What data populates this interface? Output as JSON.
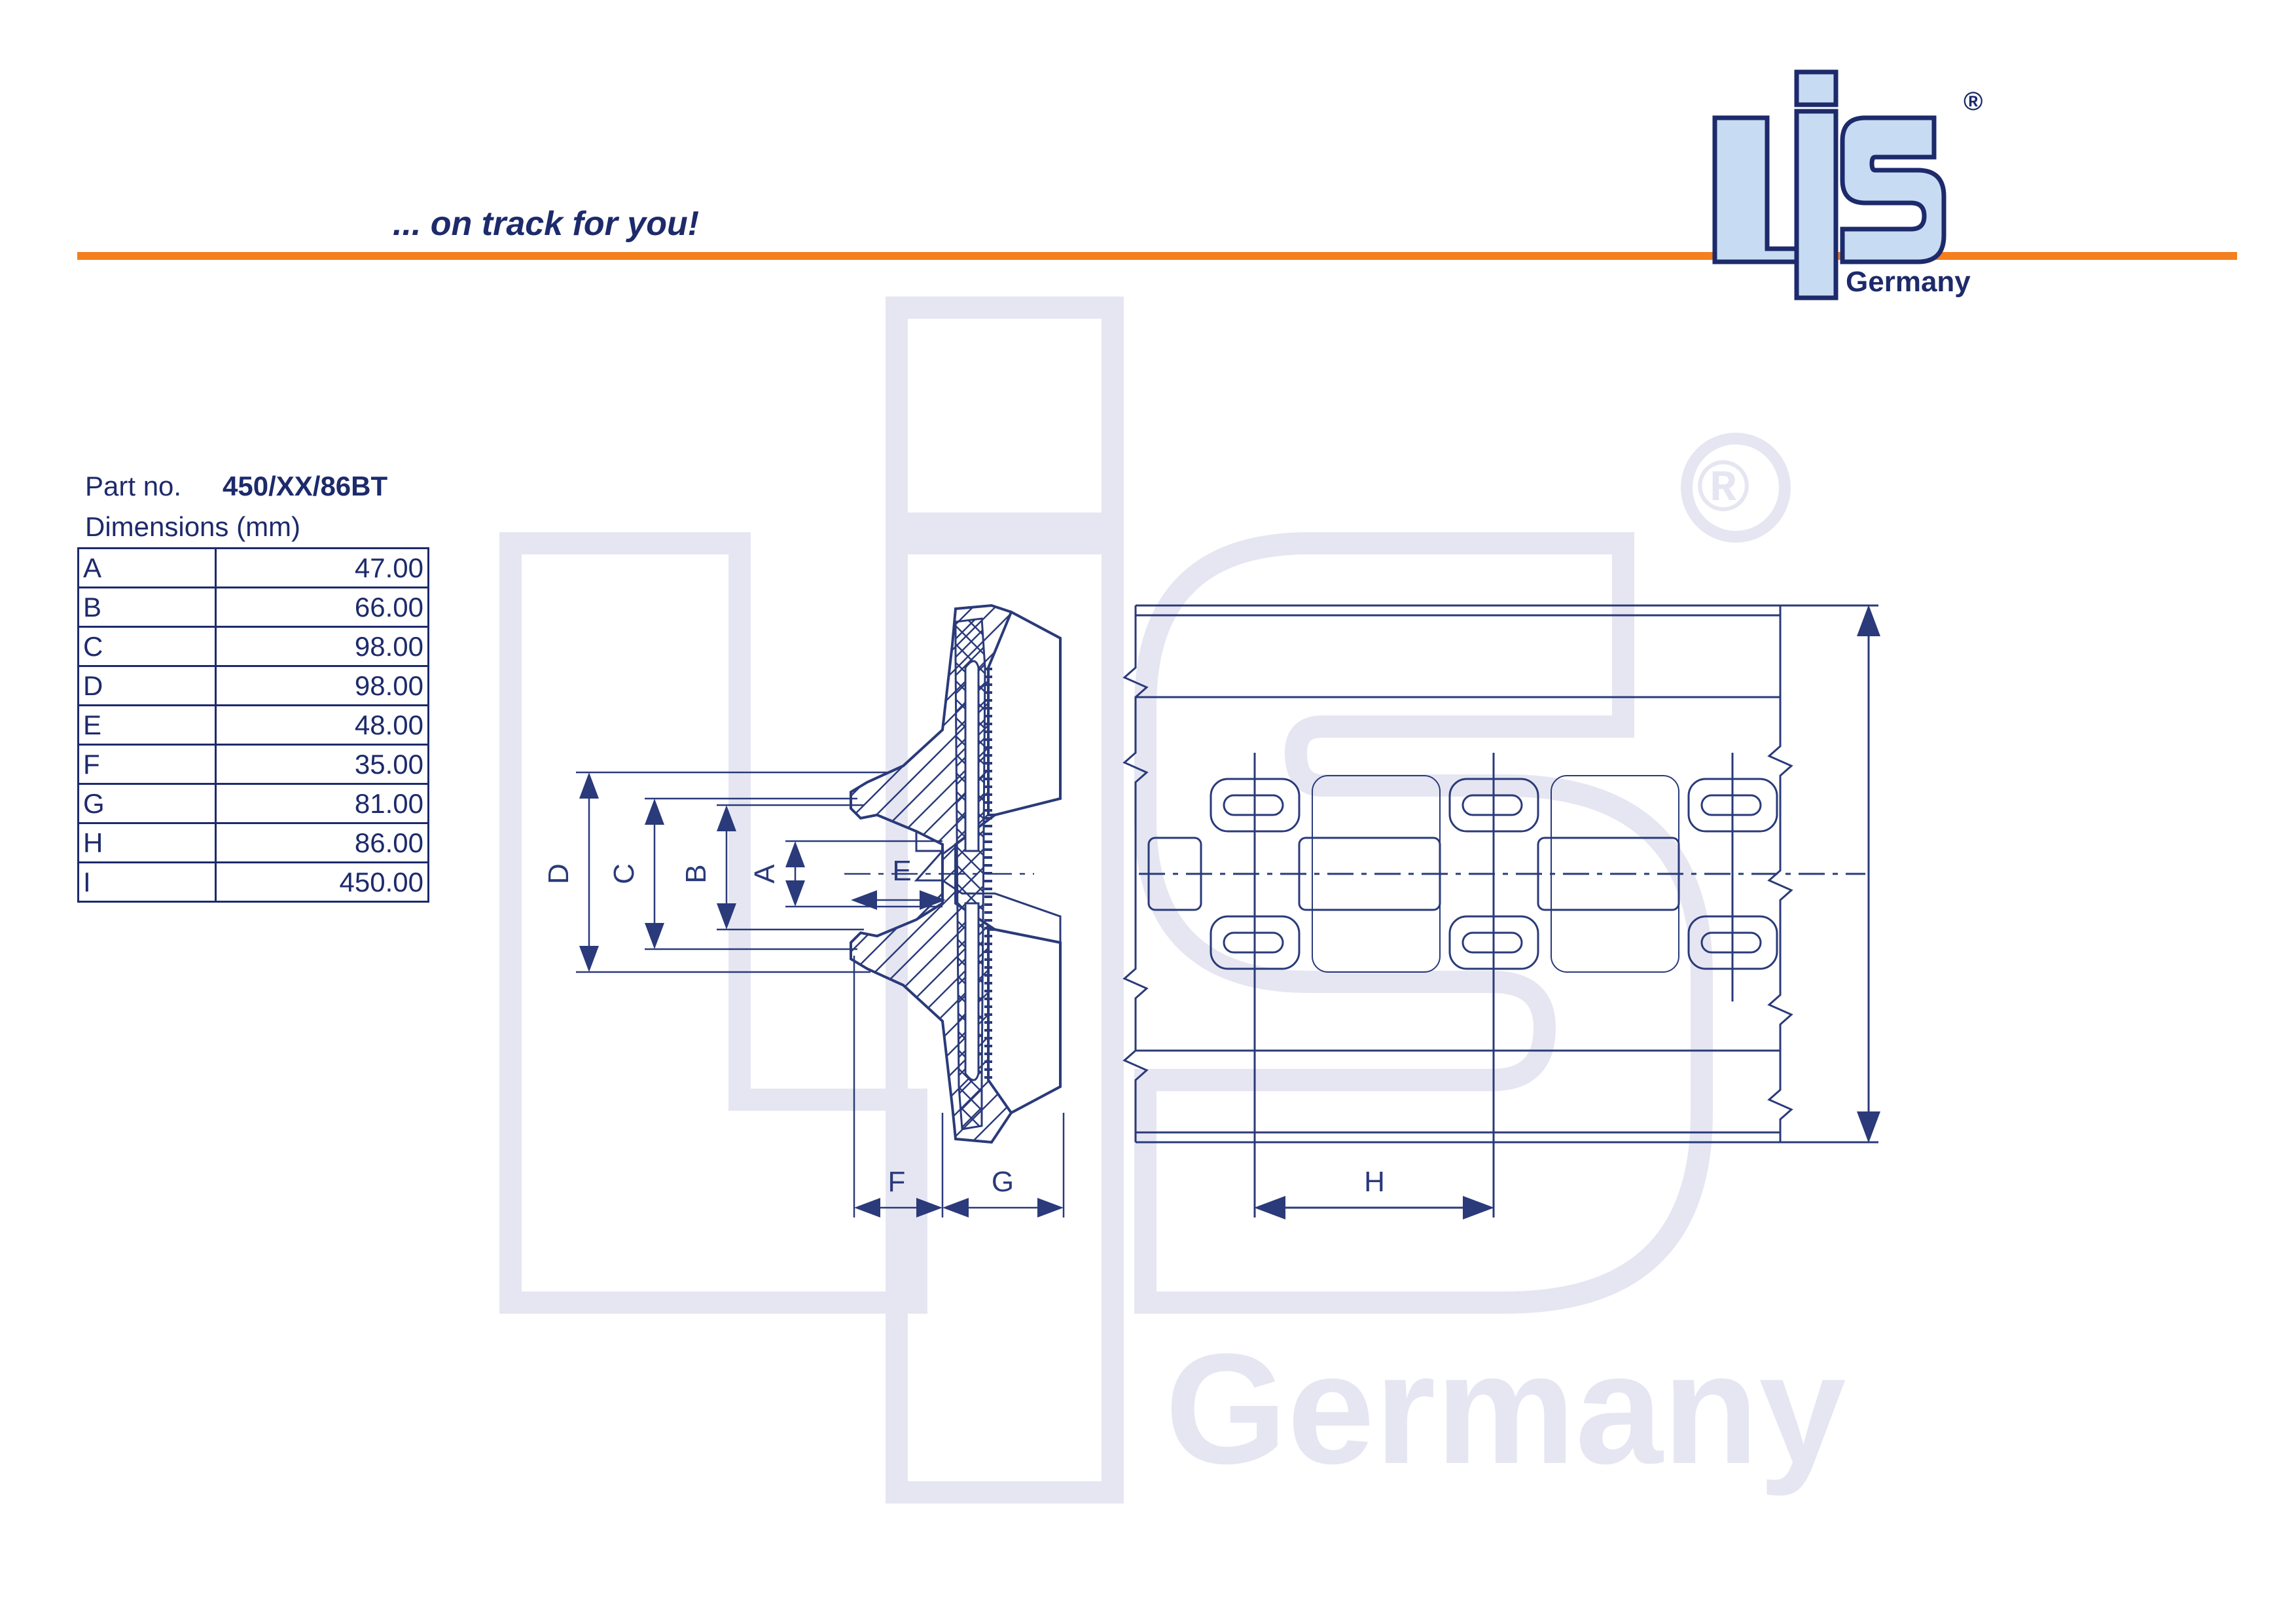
{
  "header": {
    "tagline": "... on track for you!",
    "accent_color": "#f47f1e",
    "text_color": "#1d2a6b"
  },
  "logo": {
    "text": "LiS",
    "subtitle": "Germany",
    "registered": "®"
  },
  "watermark": {
    "text": "Germany",
    "registered": "®"
  },
  "specs": {
    "part_label": "Part no.",
    "part_number": "450/XX/86BT",
    "dimensions_heading": "Dimensions (mm)",
    "rows": [
      {
        "key": "A",
        "value": "47.00"
      },
      {
        "key": "B",
        "value": "66.00"
      },
      {
        "key": "C",
        "value": "98.00"
      },
      {
        "key": "D",
        "value": "98.00"
      },
      {
        "key": "E",
        "value": "48.00"
      },
      {
        "key": "F",
        "value": "35.00"
      },
      {
        "key": "G",
        "value": "81.00"
      },
      {
        "key": "H",
        "value": "86.00"
      },
      {
        "key": "I",
        "value": "450.00"
      }
    ]
  },
  "drawing_labels": {
    "D": "D",
    "C": "C",
    "B": "B",
    "A": "A",
    "E": "E",
    "F": "F",
    "G": "G",
    "H": "H"
  }
}
